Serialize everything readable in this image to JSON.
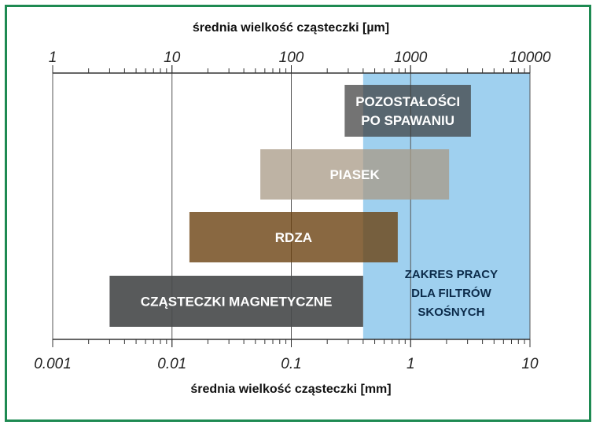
{
  "chart_data": {
    "type": "range-bar",
    "scale": "log",
    "x_top": {
      "label": "średnia wielkość cząsteczki [µm]",
      "ticks": [
        "1",
        "10",
        "100",
        "1000",
        "10000"
      ],
      "range": [
        1,
        10000
      ]
    },
    "x_bottom": {
      "label": "średnia wielkość cząsteczki [mm]",
      "ticks": [
        "0.001",
        "0.01",
        "0.1",
        "1",
        "10"
      ],
      "range": [
        0.001,
        10
      ]
    },
    "zone": {
      "label_lines": [
        "ZAKRES PRACY",
        "DLA FILTRÓW",
        "SKOŚNYCH"
      ],
      "from_mm": 0.4,
      "to_mm": 10,
      "color": "#9fd0ef"
    },
    "bars": [
      {
        "label_lines": [
          "POZOSTAŁOŚCI",
          "PO SPAWANIU"
        ],
        "from_mm": 0.28,
        "to_mm": 3.2,
        "color": "#3d3d3d",
        "opacity": 0.72
      },
      {
        "label_lines": [
          "PIASEK"
        ],
        "from_mm": 0.055,
        "to_mm": 2.1,
        "color": "#a89a86",
        "opacity": 0.75
      },
      {
        "label_lines": [
          "RDZA"
        ],
        "from_mm": 0.014,
        "to_mm": 0.78,
        "color": "#6b4212",
        "opacity": 0.8
      },
      {
        "label_lines": [
          "CZĄSTECZKI MAGNETYCZNE"
        ],
        "from_mm": 0.003,
        "to_mm": 0.4,
        "color": "#4a4c4d",
        "opacity": 0.92
      }
    ]
  }
}
